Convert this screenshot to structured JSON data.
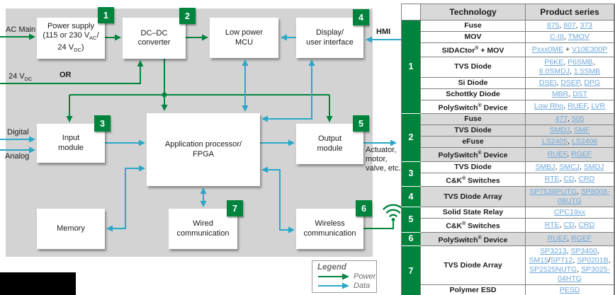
{
  "diagram": {
    "labels": {
      "ac_main": "AC Main",
      "v24": [
        [
          "24 V",
          {
            "t": "DC",
            "sub": true
          }
        ]
      ],
      "or": "OR",
      "digital": "Digital",
      "analog": "Analog",
      "hmi": "HMI",
      "actuator": [
        [
          "Actuator,"
        ],
        [
          "motor,"
        ],
        [
          "valve, etc."
        ]
      ]
    },
    "boxes": {
      "power_supply": {
        "lines": [
          [
            "Power supply"
          ],
          [
            "(115 or 230 V",
            {
              "t": "AC",
              "sub": true
            },
            "/"
          ],
          [
            "24 V",
            {
              "t": "DC",
              "sub": true
            },
            ")"
          ]
        ]
      },
      "dcdc": {
        "lines": [
          [
            "DC–DC"
          ],
          [
            "converter"
          ]
        ]
      },
      "mcu": {
        "lines": [
          [
            "Low power"
          ],
          [
            "MCU"
          ]
        ]
      },
      "display": {
        "lines": [
          [
            "Display/"
          ],
          [
            "user interface"
          ]
        ]
      },
      "input": {
        "lines": [
          [
            "Input"
          ],
          [
            "module"
          ]
        ]
      },
      "app": {
        "lines": [
          [
            "Application processor/"
          ],
          [
            "FPGA"
          ]
        ]
      },
      "output": {
        "lines": [
          [
            "Output"
          ],
          [
            "module"
          ]
        ]
      },
      "memory": {
        "lines": [
          [
            "Memory"
          ]
        ]
      },
      "wired": {
        "lines": [
          [
            "Wired"
          ],
          [
            "communication"
          ]
        ]
      },
      "wireless": {
        "lines": [
          [
            "Wireless"
          ],
          [
            "communication"
          ]
        ]
      }
    },
    "badges": {
      "power_supply": "1",
      "dcdc": "2",
      "input": "3",
      "display": "4",
      "output": "5",
      "wireless": "6",
      "wired": "7"
    },
    "legend": {
      "title": "Legend",
      "power": "Power",
      "data": "Data"
    },
    "colors": {
      "power_green": "#00843D",
      "data_teal": "#29A8C8",
      "link_blue": "#6FA8DC"
    }
  },
  "table": {
    "headers": {
      "technology": "Technology",
      "product_series": "Product series"
    },
    "groups": [
      {
        "num": "1",
        "shaded": false,
        "rows": [
          {
            "tech": "Fuse",
            "products": [
              [
                "875",
                ", "
              ],
              [
                "807",
                ", "
              ],
              [
                "373",
                ""
              ]
            ]
          },
          {
            "tech": "MOV",
            "products": [
              [
                "C-III",
                ", "
              ],
              [
                "TMOV",
                ""
              ]
            ]
          },
          {
            "tech": "SIDACtor® + MOV",
            "products": [
              [
                "Pxxx0ME",
                " + "
              ],
              [
                "V10E300P",
                ""
              ]
            ]
          },
          {
            "tech": "TVS Diode",
            "products": [
              [
                "P6KE",
                ", "
              ],
              [
                "P6SMB",
                ", "
              ],
              [
                "8.0SMDJ",
                ", "
              ],
              [
                "1.5SMB",
                ""
              ]
            ]
          },
          {
            "tech": "Si Diode",
            "products": [
              [
                "DSEI",
                ", "
              ],
              [
                "DSEP",
                ", "
              ],
              [
                "DPG",
                ""
              ]
            ]
          },
          {
            "tech": "Schottky Diode",
            "products": [
              [
                "MBR",
                ", "
              ],
              [
                "DST",
                ""
              ]
            ]
          },
          {
            "tech": "PolySwitch® Device",
            "products": [
              [
                "Low Rho",
                ", "
              ],
              [
                "RUEF",
                ", "
              ],
              [
                "LVR",
                ""
              ]
            ]
          }
        ]
      },
      {
        "num": "2",
        "shaded": true,
        "rows": [
          {
            "tech": "Fuse",
            "products": [
              [
                "477",
                ", "
              ],
              [
                "505",
                ""
              ]
            ]
          },
          {
            "tech": "TVS Diode",
            "products": [
              [
                "SMDJ",
                ", "
              ],
              [
                "SMF",
                ""
              ]
            ]
          },
          {
            "tech": "eFuse",
            "products": [
              [
                "LS2405",
                ", "
              ],
              [
                "LS2406",
                ""
              ]
            ]
          },
          {
            "tech": "PolySwitch® Device",
            "products": [
              [
                "RUEF",
                ", "
              ],
              [
                "RGEF",
                ""
              ]
            ]
          }
        ]
      },
      {
        "num": "3",
        "shaded": false,
        "rows": [
          {
            "tech": "TVS Diode",
            "products": [
              [
                "SMBJ",
                ", "
              ],
              [
                "SMCJ",
                ", "
              ],
              [
                "SMDJ",
                ""
              ]
            ]
          },
          {
            "tech": "C&K® Switches",
            "products": [
              [
                "RTE",
                ", "
              ],
              [
                "CD",
                ", "
              ],
              [
                "CRD",
                ""
              ]
            ]
          }
        ]
      },
      {
        "num": "4",
        "shaded": true,
        "rows": [
          {
            "tech": "TVS Diode Array",
            "products": [
              [
                "SP7538PUTG",
                ", "
              ],
              [
                "SP8008-08UTG",
                ""
              ]
            ]
          }
        ]
      },
      {
        "num": "5",
        "shaded": false,
        "rows": [
          {
            "tech": "Solid State Relay",
            "products": [
              [
                "CPC19xx",
                ""
              ]
            ]
          },
          {
            "tech": "C&K® Switches",
            "products": [
              [
                "RTE",
                ", "
              ],
              [
                "CD",
                ", "
              ],
              [
                "CRD",
                ""
              ]
            ]
          }
        ]
      },
      {
        "num": "6",
        "shaded": true,
        "rows": [
          {
            "tech": "PolySwitch® Device",
            "products": [
              [
                "RUEF",
                ", "
              ],
              [
                "RGEF",
                ""
              ]
            ]
          }
        ]
      },
      {
        "num": "7",
        "shaded": false,
        "rows": [
          {
            "tech": "TVS Diode Array",
            "products": [
              [
                "SP3213",
                ", "
              ],
              [
                "SP3400",
                ", "
              ],
              [
                "SM15",
                "/"
              ],
              [
                "SP712",
                ", "
              ],
              [
                "SP0201B",
                ", "
              ],
              [
                "SP2525NUTG",
                ", "
              ],
              [
                "SP3025-04HTG",
                ""
              ]
            ]
          },
          {
            "tech": "Polymer ESD",
            "products": [
              [
                "PESD",
                ""
              ]
            ]
          }
        ]
      }
    ]
  }
}
